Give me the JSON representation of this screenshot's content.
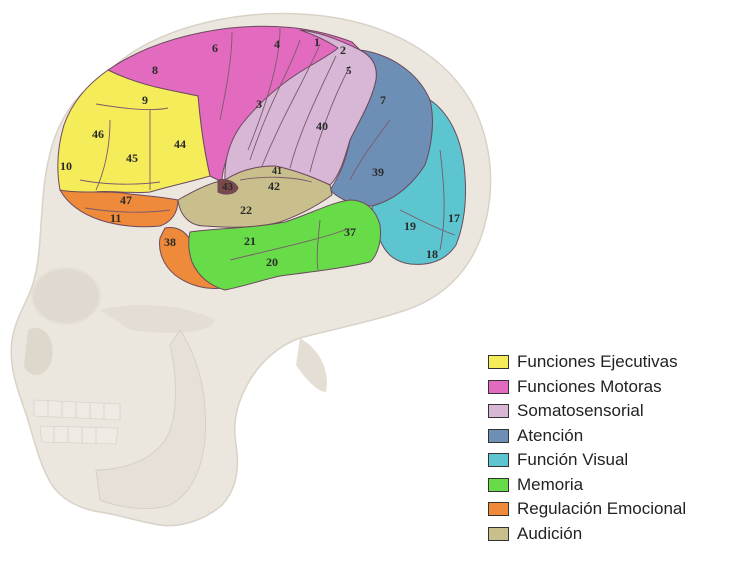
{
  "legend": [
    {
      "label": "Funciones Ejecutivas",
      "color": "#f5ec5a"
    },
    {
      "label": "Funciones Motoras",
      "color": "#e36bbf"
    },
    {
      "label": "Somatosensorial",
      "color": "#d8b7d6"
    },
    {
      "label": "Atención",
      "color": "#6e8fb5"
    },
    {
      "label": "Función Visual",
      "color": "#5cc5cf"
    },
    {
      "label": "Memoria",
      "color": "#68dc48"
    },
    {
      "label": "Regulación Emocional",
      "color": "#ee8a3a"
    },
    {
      "label": "Audición",
      "color": "#c9bf8c"
    }
  ],
  "areas": {
    "a1": "1",
    "a2": "2",
    "a3": "3",
    "a4": "4",
    "a5": "5",
    "a6": "6",
    "a7": "7",
    "a8": "8",
    "a9": "9",
    "a10": "10",
    "a11": "11",
    "a17": "17",
    "a18": "18",
    "a19": "19",
    "a20": "20",
    "a21": "21",
    "a22": "22",
    "a37": "37",
    "a38": "38",
    "a39": "39",
    "a40": "40",
    "a41": "41",
    "a42": "42",
    "a43": "43",
    "a44": "44",
    "a45": "45",
    "a46": "46",
    "a47": "47"
  }
}
